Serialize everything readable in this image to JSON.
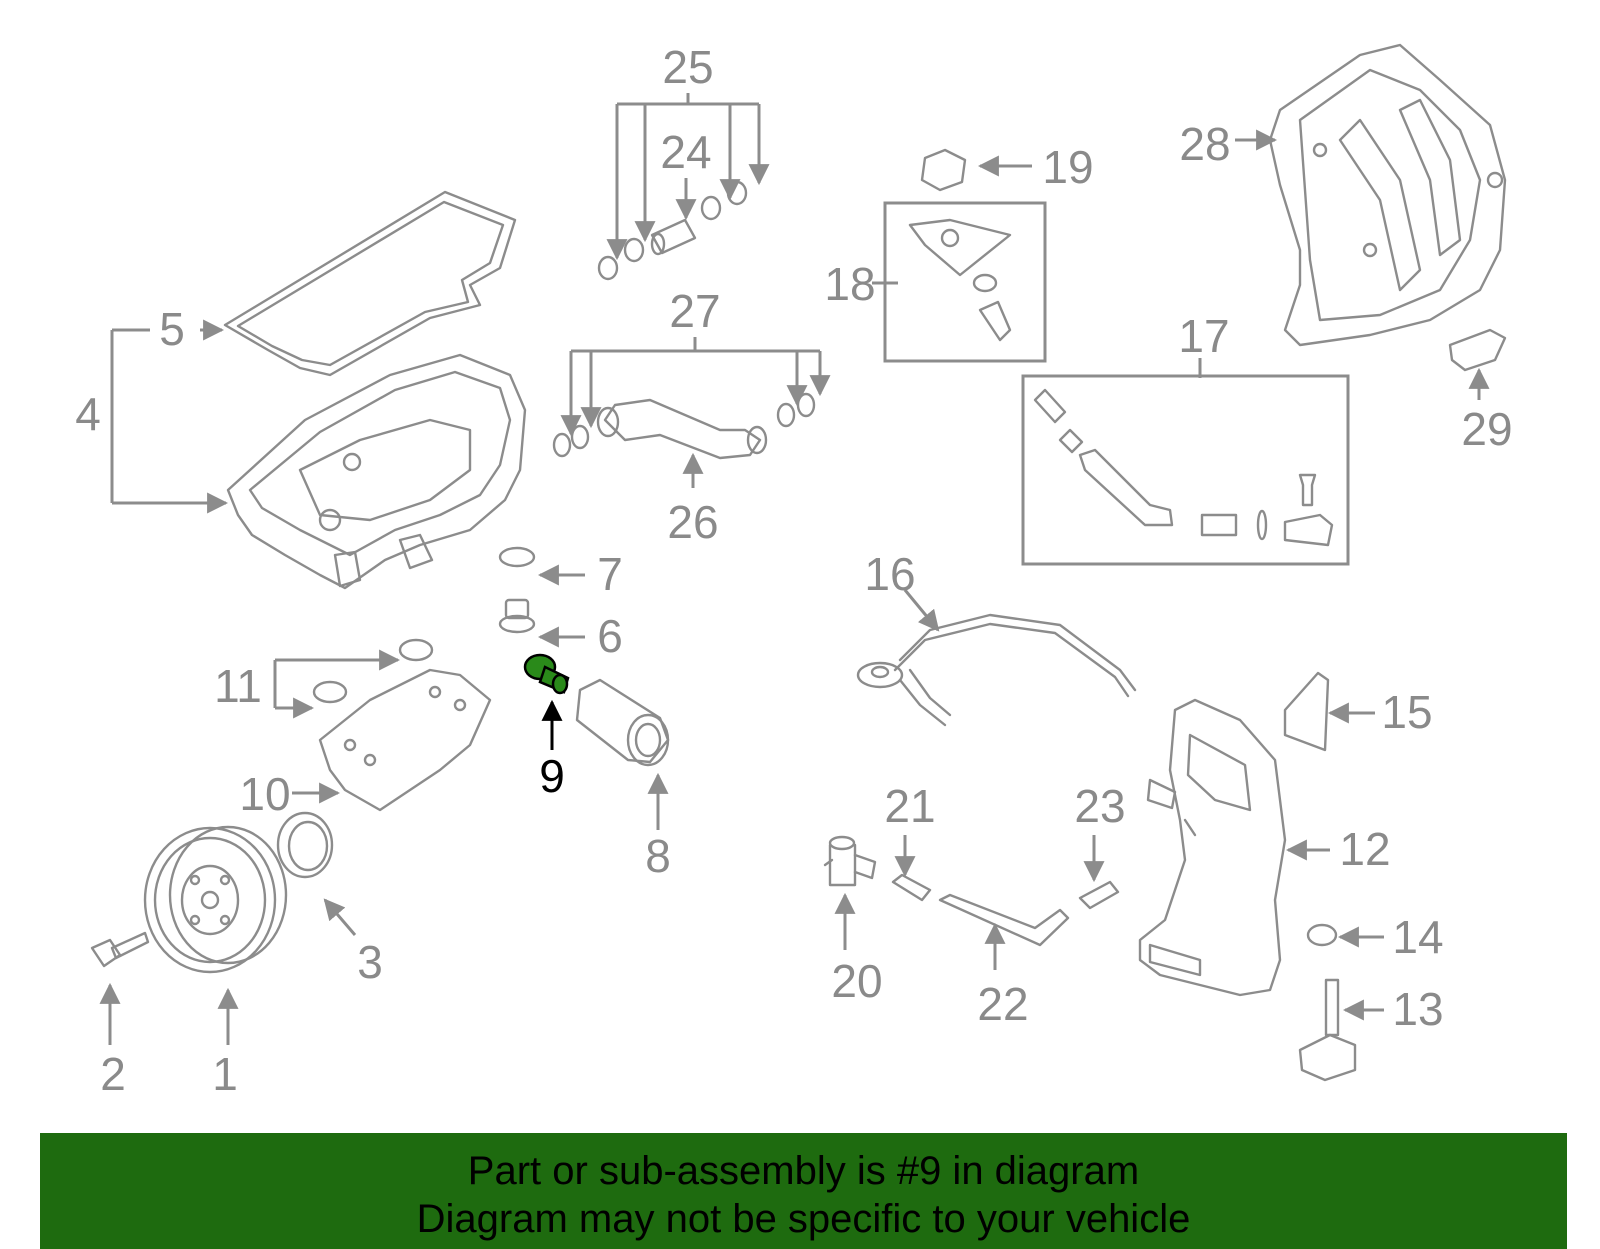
{
  "highlight_color": "#1e6b0f",
  "highlighted_part": "9",
  "part_labels": [
    "1",
    "2",
    "3",
    "4",
    "5",
    "6",
    "7",
    "8",
    "9",
    "10",
    "11",
    "12",
    "13",
    "14",
    "15",
    "16",
    "17",
    "18",
    "19",
    "20",
    "21",
    "22",
    "23",
    "24",
    "25",
    "26",
    "27",
    "28",
    "29"
  ],
  "banner": {
    "line1": "Part or sub-assembly is #9 in diagram",
    "line2": "Diagram may not be specific to your vehicle"
  }
}
